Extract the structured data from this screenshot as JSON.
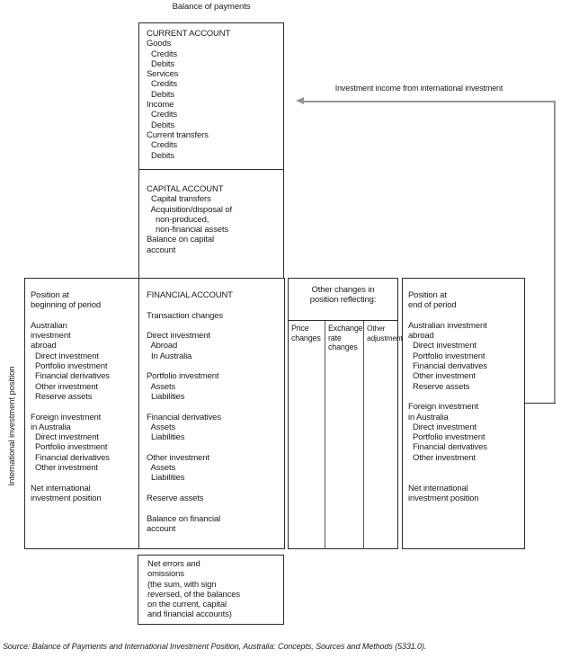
{
  "title": "Balance of payments",
  "side_label": "International investment position",
  "arrow": {
    "label": "Investment income from international investment",
    "color": "#9b948d"
  },
  "boxes": {
    "current_account": {
      "lines": [
        "CURRENT ACCOUNT",
        "Goods",
        "  Credits",
        "  Debits",
        "Services",
        "  Credits",
        "  Debits",
        "Income",
        "  Credits",
        "  Debits",
        "Current transfers",
        "  Credits",
        "  Debits"
      ]
    },
    "capital_account": {
      "lines": [
        "CAPITAL ACCOUNT",
        "  Capital transfers",
        "  Acquisition/disposal of",
        "    non-produced,",
        "    non-financial assets",
        "Balance on capital",
        "account"
      ]
    },
    "position_beginning": {
      "lines": [
        "Position at",
        "beginning of period",
        "",
        "Australian",
        "investment",
        "abroad",
        "  Direct investment",
        "  Portfolio investment",
        "  Financial derivatives",
        "  Other investment",
        "  Reserve assets",
        "",
        "Foreign investment",
        "in Australia",
        "  Direct investment",
        "  Portfolio investment",
        "  Financial derivatives",
        "  Other investment",
        "",
        "Net international",
        "investment position"
      ]
    },
    "financial_account": {
      "lines": [
        "FINANCIAL ACCOUNT",
        "",
        "Transaction changes",
        "",
        "Direct investment",
        "  Abroad",
        "  In Australia",
        "",
        "Portfolio investment",
        "  Assets",
        "  Liabilities",
        "",
        "Financial derivatives",
        "  Assets",
        "  Liabilities",
        "",
        "Other investment",
        "  Assets",
        "  Liabilities",
        "",
        "Reserve assets",
        "",
        "Balance on financial",
        "account"
      ]
    },
    "other_changes": {
      "header_lines": [
        "Other changes in",
        "position reflecting:"
      ],
      "columns": [
        {
          "label_lines": [
            "Price",
            "changes"
          ]
        },
        {
          "label_lines": [
            "Exchange",
            "rate",
            "changes"
          ]
        },
        {
          "label_lines": [
            "Other",
            "adjustments"
          ]
        }
      ]
    },
    "position_end": {
      "lines": [
        "Position at",
        "end of period",
        "",
        "Australian investment",
        "abroad",
        "  Direct investment",
        "  Portfolio investment",
        "  Financial derivatives",
        "  Other investment",
        "  Reserve assets",
        "",
        "Foreign investment",
        "in Australia",
        "  Direct investment",
        "  Portfolio investment",
        "  Financial derivatives",
        "  Other investment",
        "",
        "",
        "Net international",
        "investment position"
      ]
    },
    "net_errors": {
      "lines": [
        "Net errors and",
        "omissions",
        "(the sum, with sign",
        "reversed, of the balances",
        "on the current, capital",
        "and financial accounts)"
      ]
    }
  },
  "source": "Source: Balance of Payments and International Investment Position, Australia: Concepts, Sources and Methods (5331.0)."
}
